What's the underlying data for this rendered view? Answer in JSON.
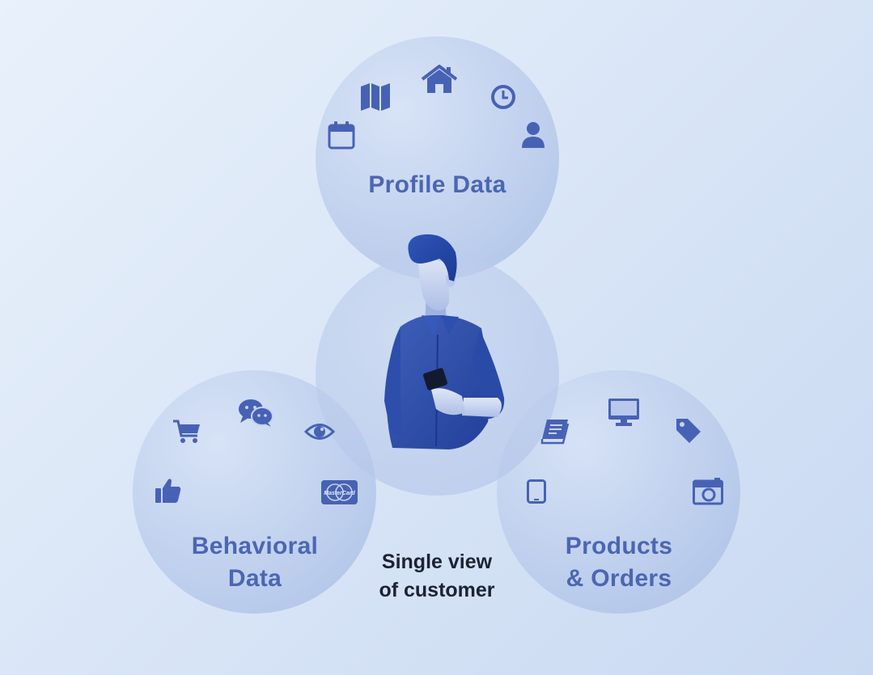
{
  "diagram": {
    "profile_label": "Profile Data",
    "behavioral_label_line1": "Behavioral",
    "behavioral_label_line2": "Data",
    "products_label_line1": "Products",
    "products_label_line2": "& Orders",
    "center_label_line1": "Single view",
    "center_label_line2": "of customer",
    "card_icon_text": "MasterCard"
  },
  "icons": {
    "profile": [
      "calendar-icon",
      "map-icon",
      "home-icon",
      "clock-icon",
      "user-icon"
    ],
    "behavioral": [
      "cart-icon",
      "chat-icon",
      "eye-icon",
      "thumbs-up-icon",
      "credit-card-icon"
    ],
    "products": [
      "book-icon",
      "monitor-icon",
      "tag-icon",
      "tablet-icon",
      "camera-icon"
    ]
  },
  "colors": {
    "accent": "#4c66b3",
    "icon": "#4762b4",
    "text_dark": "#1c2235",
    "background": "#dde8f7"
  }
}
